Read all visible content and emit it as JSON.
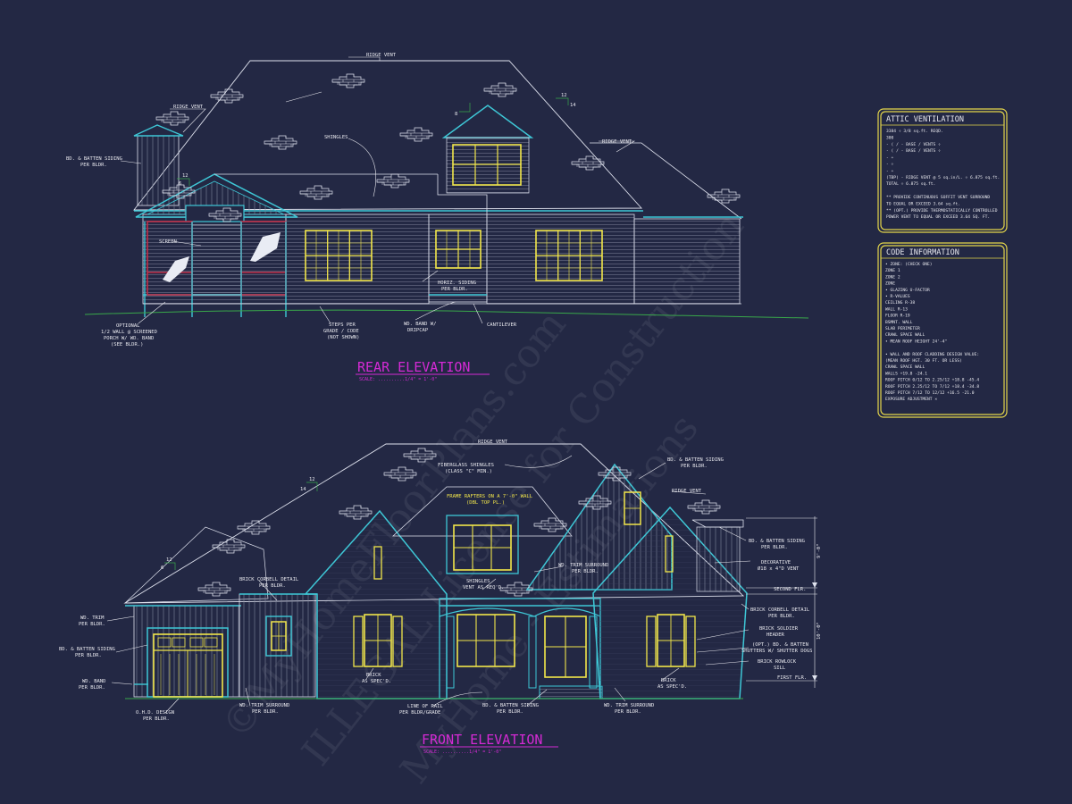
{
  "rear": {
    "title": "REAR ELEVATION",
    "scale": "SCALE: ..........1/4\" = 1'-0\"",
    "labels": {
      "ridge_vent_top": "RIDGE VENT",
      "ridge_vent_left": "RIDGE VENT",
      "ridge_vent_right": "RIDGE VENT",
      "shingles": "SHINGLES",
      "bd_batten_1": "BD. & BATTEN SIDING",
      "bd_batten_2": "PER BLDR.",
      "screen": "SCREEN",
      "horiz_siding_1": "HORIZ. SIDING",
      "horiz_siding_2": "PER BLDR.",
      "optional_1": "OPTIONAL",
      "optional_2": "1/2 WALL @ SCREENED",
      "optional_3": "PORCH W/ WD. BAND",
      "optional_4": "(SEE BLDR.)",
      "steps_1": "STEPS PER",
      "steps_2": "GRADE / CODE",
      "steps_3": "(NOT SHOWN)",
      "wd_band_1": "WD. BAND W/",
      "wd_band_2": "DRIPCAP",
      "cantilever": "CANTILEVER",
      "pitch_12a": "12",
      "pitch_6a": "6",
      "pitch_12b": "12",
      "pitch_14": "14",
      "pitch_8": "8"
    }
  },
  "front": {
    "title": "FRONT ELEVATION",
    "scale": "SCALE: ..........1/4\" = 1'-0\"",
    "labels": {
      "ridge_vent_top": "RIDGE VENT",
      "ridge_vent_right": "RIDGE VENT",
      "fiberglass_1": "FIBERGLASS SHINGLES",
      "fiberglass_2": "(CLASS \"C\" MIN.)",
      "frame_1": "FRAME RAFTERS ON A 7'-0\" WALL",
      "frame_2": "(DBL TOP PL.)",
      "bd_batten_top_1": "BD. & BATTEN SIDING",
      "bd_batten_top_2": "PER BLDR.",
      "bd_batten_r_1": "BD. & BATTEN SIDING",
      "bd_batten_r_2": "PER BLDR.",
      "decorative_1": "DECORATIVE",
      "decorative_2": "Ø18 x 4\"D VENT",
      "second_flr": "SECOND FLR.",
      "first_flr": "FIRST FLR.",
      "dim_upper": "9'-0\"",
      "dim_lower": "10'-0\"",
      "brick_corbell_r_1": "BRICK CORBELL DETAIL",
      "brick_corbell_r_2": "PER BLDR.",
      "brick_soldier_1": "BRICK SOLDIER",
      "brick_soldier_2": "HEADER",
      "opt_bd_1": "(OPT.) BD. & BATTEN",
      "opt_bd_2": "SHUTTERS W/ SHUTTER DOGS",
      "brick_rowlock_1": "BRICK ROWLOCK",
      "brick_rowlock_2": "SILL",
      "brick_r_1": "BRICK",
      "brick_r_2": "AS SPEC'D.",
      "wd_trim_r_1": "WD. TRIM SURROUND",
      "wd_trim_r_2": "PER BLDR.",
      "bd_batten_bot_1": "BD. & BATTEN SIDING",
      "bd_batten_bot_2": "PER BLDR.",
      "line_rail_1": "LINE OF RAIL",
      "line_rail_2": "PER BLDR/GRADE",
      "brick_l_1": "BRICK",
      "brick_l_2": "AS SPEC'D.",
      "wd_trim_c_1": "WD. TRIM SURROUND",
      "wd_trim_c_2": "PER BLDR.",
      "shingles_vent_1": "SHINGLES",
      "shingles_vent_2": "VENT AS REQ'D.",
      "brick_corbell_l_1": "BRICK CORBELL DETAIL",
      "brick_corbell_l_2": "PER BLDR.",
      "wd_trim_l_1": "WD. TRIM",
      "wd_trim_l_2": "PER BLDR.",
      "bd_batten_l_1": "BD. & BATTEN SIDING",
      "bd_batten_l_2": "PER BLDR.",
      "wd_band_1": "WD. BAND",
      "wd_band_2": "PER BLDR.",
      "ohd_1": "O.H.D. DESIGN",
      "ohd_2": "PER BLDR.",
      "wd_trim_bot_1": "WD. TRIM SURROUND",
      "wd_trim_bot_2": "PER BLDR.",
      "pitch_14": "14",
      "pitch_12a": "12",
      "pitch_12b": "12",
      "pitch_6": "6"
    }
  },
  "attic": {
    "title": "ATTIC VENTILATION",
    "lines": [
      "3384 ÷ 3/8 sq.ft. REQD.",
      "300",
      "- ( / - BASE / VENTS ÷",
      "- ( / - BASE / VENTS ÷",
      "-                    ÷",
      "-                    ÷",
      "-                    ÷",
      "(TBP) - RIDGE VENT @ 5 sq.in/L. ÷ 6.875 sq.ft.",
      "TOTAL ÷ 6.875 sq.ft.",
      "",
      "** PROVIDE CONTINUOUS SOFFIT VENT SURROUND",
      "   TO EQUAL OR EXCEED 3.64 sq.ft.",
      "** (OPT.) PROVIDE THERMOSTATICALLY CONTROLLED",
      "   POWER VENT TO EQUAL OR EXCEED 3.64 SQ. FT."
    ]
  },
  "code": {
    "title": "CODE INFORMATION",
    "lines": [
      "• ZONE: (CHECK ONE)",
      "     ZONE 1",
      "     ZONE 2",
      "     ZONE",
      "• GLAZING U-FACTOR",
      "• R-VALUES",
      "     CEILING         R-38",
      "     WALL            R-13",
      "     FLOOR           R-19",
      "     BSMNT. WALL",
      "     SLAB PERIMETER",
      "     CRAWL SPACE WALL",
      "• MEAN ROOF HEIGHT  24'-4\"",
      "",
      "• WALL AND ROOF CLADDING DESIGN VALUE:",
      "  (MEAN ROOF HGT. 30 FT. OR LESS)",
      "     CRAWL SPACE WALL",
      "     WALLS             +19.8  -24.1",
      "     ROOF PITCH 0/12 TO 2.25/12  +18.8  -45.4",
      "     ROOF PITCH 2.25/12 TO 7/12  +18.4  -34.8",
      "     ROOF PITCH 7/12 TO 12/12    +16.5  -21.0",
      "     EXPOSURE ADJUSTMENT      ×"
    ]
  },
  "watermark": {
    "line1": "©MyHomeFloorPlans.com",
    "line2": "ILLEGAL License for Construction",
    "line3": "MyHome - Estimations"
  },
  "colors": {
    "background": "#232844",
    "linework": "#dfe2ee",
    "trim": "#3ec7d6",
    "windows": "#f2e64a",
    "titles": "#d42ad4",
    "panel_border": "#e4d64a"
  }
}
